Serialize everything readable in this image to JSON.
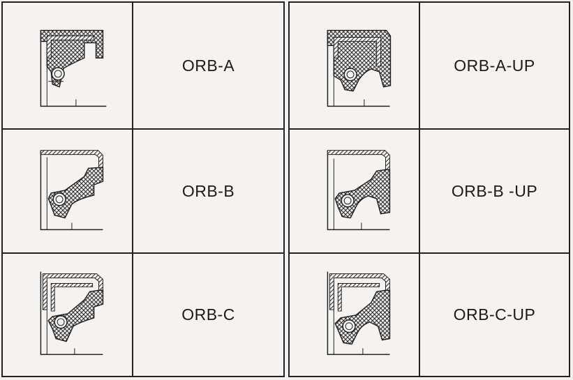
{
  "table": {
    "left": [
      {
        "label": "ORB-A",
        "variant": "a"
      },
      {
        "label": "ORB-B",
        "variant": "b"
      },
      {
        "label": "ORB-C",
        "variant": "c"
      }
    ],
    "right": [
      {
        "label": "ORB-A-UP",
        "variant": "a-up"
      },
      {
        "label": "ORB-B -UP",
        "variant": "b-up"
      },
      {
        "label": "ORB-C-UP",
        "variant": "c-up"
      }
    ]
  },
  "colors": {
    "line": "#222222",
    "background": "#f5f2f0"
  }
}
